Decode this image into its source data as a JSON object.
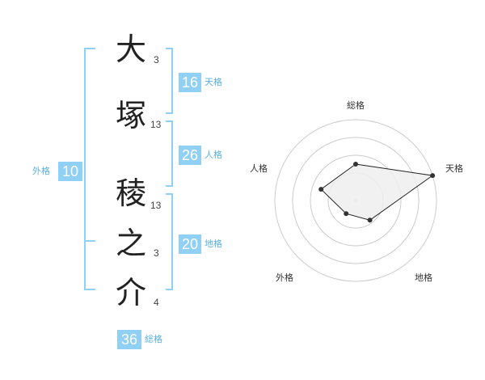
{
  "name_chars": [
    {
      "char": "大",
      "strokes": "3"
    },
    {
      "char": "塚",
      "strokes": "13"
    },
    {
      "char": "稜",
      "strokes": "13"
    },
    {
      "char": "之",
      "strokes": "3"
    },
    {
      "char": "介",
      "strokes": "4"
    }
  ],
  "fortunes": {
    "tenkaku": {
      "value": "16",
      "label": "天格"
    },
    "jinkaku": {
      "value": "26",
      "label": "人格"
    },
    "chikaku": {
      "value": "20",
      "label": "地格"
    },
    "gaikaku": {
      "value": "10",
      "label": "外格"
    },
    "soukaku": {
      "value": "36",
      "label": "総格"
    }
  },
  "radar": {
    "axes": [
      "総格",
      "天格",
      "地格",
      "外格",
      "人格"
    ],
    "values": [
      0.45,
      1.0,
      0.3,
      0.2,
      0.45
    ],
    "colors": {
      "ring": "#cccccc",
      "fill": "#eeeeee",
      "line": "#222222",
      "point": "#333333"
    }
  }
}
